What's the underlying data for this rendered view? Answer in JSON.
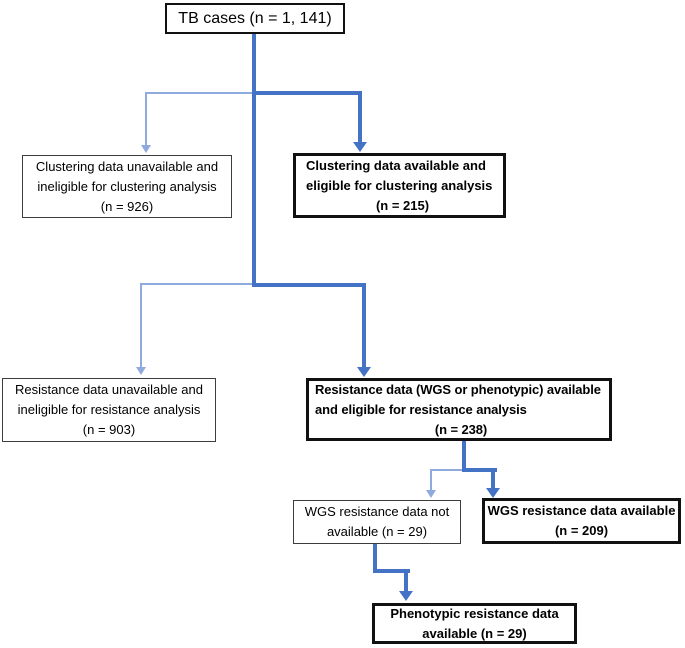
{
  "title": "TB cases flow diagram",
  "colors": {
    "connector_thick": "#4472C4",
    "connector_thin": "#8FAADC",
    "border_bold": "#111111",
    "border_thin": "#3d3d3d"
  },
  "nodes": {
    "tb_cases": {
      "emphasis": "normal",
      "lines": [
        "TB cases (n = 1, 141)"
      ]
    },
    "clustering_unavailable": {
      "emphasis": "normal",
      "lines": [
        "Clustering data unavailable and",
        "ineligible for clustering analysis",
        "(n = 926)"
      ]
    },
    "clustering_available": {
      "emphasis": "bold",
      "lines": [
        "Clustering data available and",
        "eligible for clustering analysis",
        "(n = 215)"
      ]
    },
    "resistance_unavailable": {
      "emphasis": "normal",
      "lines": [
        "Resistance data unavailable and",
        "ineligible for resistance analysis",
        "(n = 903)"
      ]
    },
    "resistance_available": {
      "emphasis": "bold",
      "lines": [
        "Resistance data (WGS or phenotypic) available",
        "and eligible for resistance analysis",
        "(n = 238)"
      ]
    },
    "wgs_not_available": {
      "emphasis": "normal",
      "lines": [
        "WGS resistance data not",
        "available (n = 29)"
      ]
    },
    "wgs_available": {
      "emphasis": "bold",
      "lines": [
        "WGS resistance data available",
        "(n = 209)"
      ]
    },
    "phenotypic_available": {
      "emphasis": "bold",
      "lines": [
        "Phenotypic resistance data",
        "available (n = 29)"
      ]
    }
  },
  "edges": [
    {
      "from": "tb_cases",
      "to": "clustering_unavailable",
      "weight": "thin"
    },
    {
      "from": "tb_cases",
      "to": "clustering_available",
      "weight": "thick"
    },
    {
      "from": "tb_cases",
      "to": "resistance_unavailable",
      "weight": "thin"
    },
    {
      "from": "tb_cases",
      "to": "resistance_available",
      "weight": "thick"
    },
    {
      "from": "resistance_available",
      "to": "wgs_not_available",
      "weight": "thin"
    },
    {
      "from": "resistance_available",
      "to": "wgs_available",
      "weight": "thick"
    },
    {
      "from": "wgs_not_available",
      "to": "phenotypic_available",
      "weight": "thick"
    }
  ]
}
